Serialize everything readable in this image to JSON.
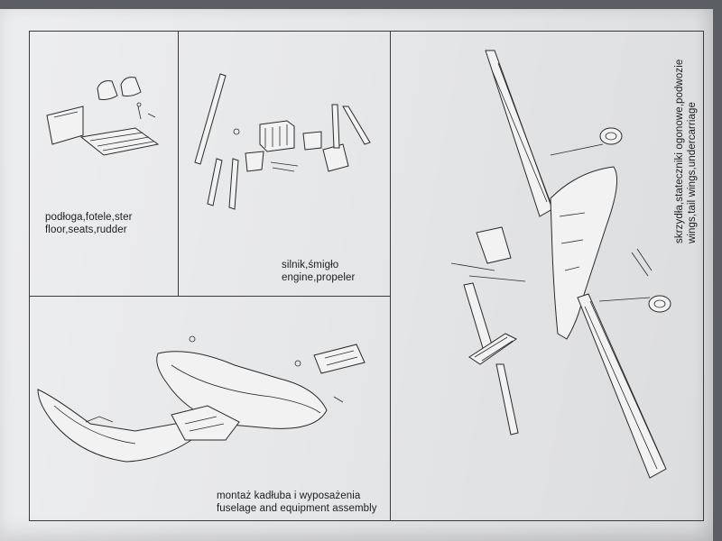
{
  "captions": {
    "floor": {
      "pl": "podłoga,fotele,ster",
      "en": "floor,seats,rudder"
    },
    "engine": {
      "pl": "silnik,śmigło",
      "en": "engine,propeler"
    },
    "fuselage": {
      "pl": "montaż kadłuba i wyposażenia",
      "en": "fuselage and equipment assembly"
    },
    "wings": {
      "pl": "skrzydła,stateczniki ogonowe,podwozie",
      "en": "wings,tail wings,undercarriage"
    }
  },
  "icons": [
    "floor-seats-drawing",
    "engine-propeller-drawing",
    "fuselage-assembly-drawing",
    "wings-undercarriage-drawing"
  ],
  "colors": {
    "paper": "#e7e8ea",
    "background": "#5b5e63",
    "ink": "#2a2a2a"
  }
}
